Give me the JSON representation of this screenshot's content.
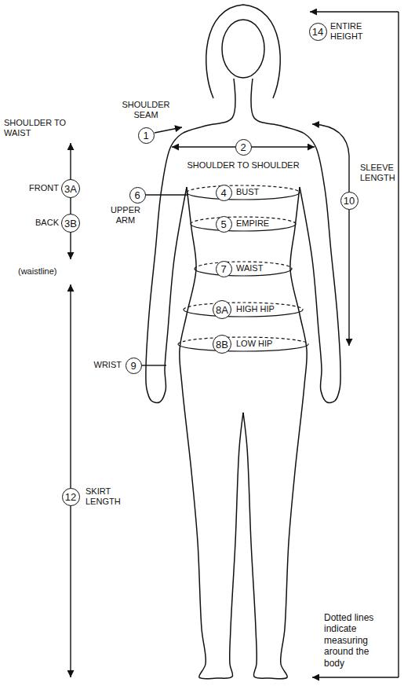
{
  "diagram": {
    "nodes": [
      {
        "text": [
          "14"
        ]
      },
      {
        "text": [
          "1"
        ]
      },
      {
        "text": [
          "2"
        ]
      },
      {
        "text": [
          "3A"
        ]
      },
      {
        "text": [
          "3B"
        ]
      },
      {
        "text": [
          "6"
        ]
      },
      {
        "text": [
          "4"
        ]
      },
      {
        "text": [
          "10"
        ]
      },
      {
        "text": [
          "5"
        ]
      },
      {
        "text": [
          "7"
        ]
      },
      {
        "text": [
          "8A"
        ]
      },
      {
        "text": [
          "8B"
        ]
      },
      {
        "text": [
          "9"
        ]
      },
      {
        "text": [
          "12"
        ]
      }
    ],
    "labels": [
      "ENTIRE HEIGHT",
      "SHOULDER SEAM",
      "SHOULDER TO SHOULDER",
      "SHOULDER TO WAIST",
      "FRONT",
      "BACK",
      "UPPER ARM",
      "BUST",
      "EMPIRE",
      "WAIST",
      "HIGH HIP",
      "LOW HIP",
      "WRIST",
      "(waistline)",
      "SKIRT LENGTH",
      "SLEEVE LENGTH",
      "Dotted lines indicate measuring around the body"
    ]
  }
}
